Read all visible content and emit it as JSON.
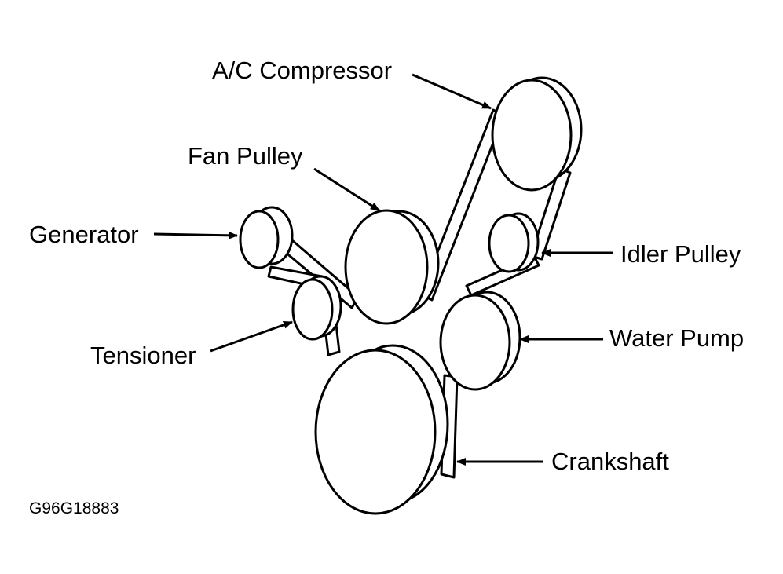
{
  "labels": {
    "ac_compressor": "A/C Compressor",
    "fan_pulley": "Fan Pulley",
    "generator": "Generator",
    "idler_pulley": "Idler Pulley",
    "water_pump": "Water Pump",
    "tensioner": "Tensioner",
    "crankshaft": "Crankshaft"
  },
  "figure_code": "G96G18883",
  "colors": {
    "ink": "#000000",
    "fill": "#ffffff"
  }
}
